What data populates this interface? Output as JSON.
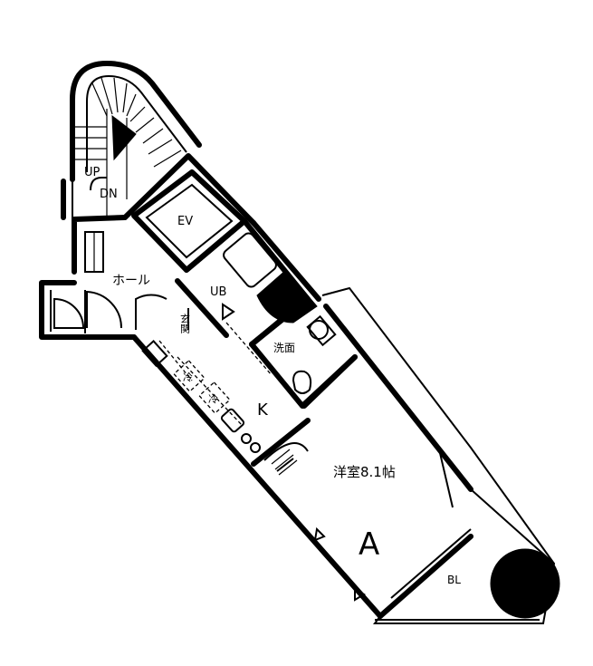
{
  "rooms": {
    "hall": "ホール",
    "ev": "EV",
    "ub": "UB",
    "washroom": "洗面",
    "entrance": "玄関",
    "kitchen": "K",
    "western_room": "洋室8.1帖",
    "balcony": "BL",
    "unit_type": "A"
  },
  "stairs": {
    "up": "UP",
    "down": "DN"
  },
  "misc": {
    "fridge_1": "冷",
    "fridge_2": "冷"
  }
}
